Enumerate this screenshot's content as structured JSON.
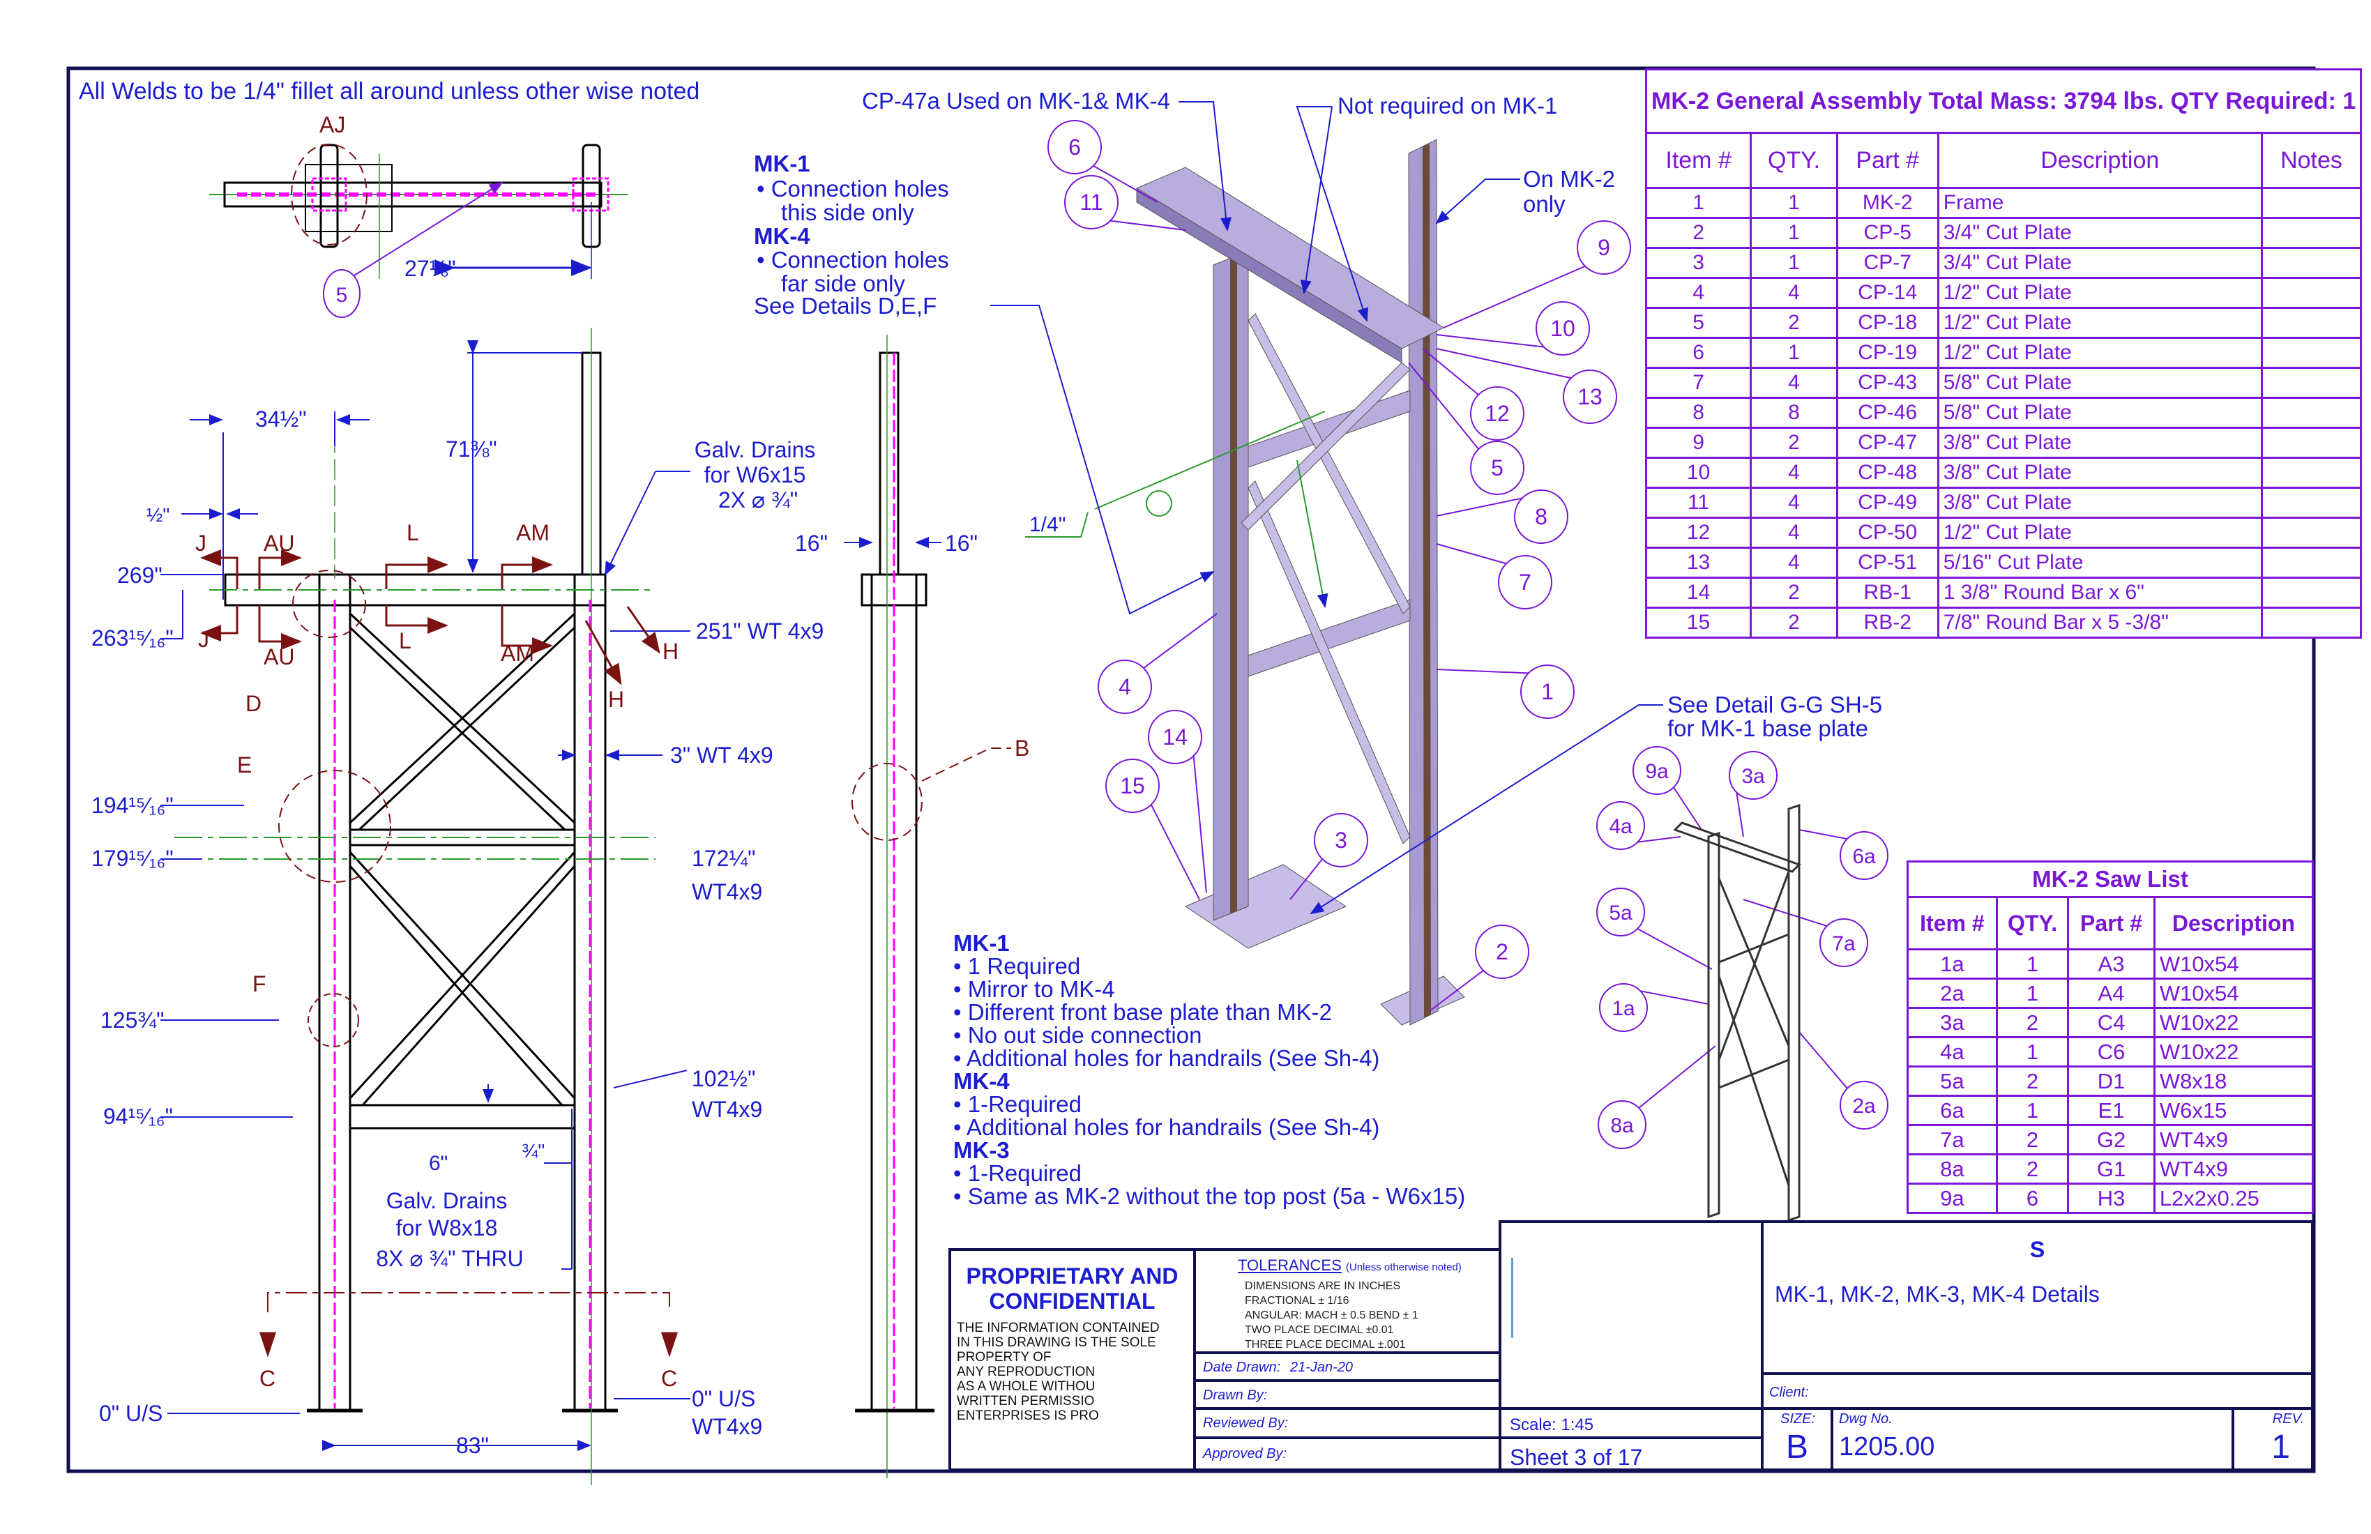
{
  "general_note": "All Welds to be 1/4\" fillet all around unless other wise noted",
  "plan_view": {
    "section_label": "AJ",
    "dim": "27⅛\"",
    "balloon": "5"
  },
  "elevation": {
    "dims": {
      "d34": "34½\"",
      "d71": "71⅜\"",
      "dhalf": "½\"",
      "d269": "269\"",
      "d263": "263¹⁵⁄₁₆\"",
      "d194": "194¹⁵⁄₁₆\"",
      "d179": "179¹⁵⁄₁₆\"",
      "d125": "125¾\"",
      "d94": "94¹⁵⁄₁₆\"",
      "d0": "0\" U/S",
      "d83": "83\"",
      "d6": "6\"",
      "d34b": "¾\""
    },
    "callouts": {
      "galv1_l1": "Galv. Drains",
      "galv1_l2": "for W6x15",
      "galv1_l3": "2X ⌀ ¾\"",
      "wt251": "251\" WT 4x9",
      "wt3": "3\" WT 4x9",
      "wt172_l1": "172¼\"",
      "wt172_l2": "WT4x9",
      "wt102_l1": "102½\"",
      "wt102_l2": "WT4x9",
      "galv2_l1": "Galv. Drains",
      "galv2_l2": "for W8x18",
      "galv2_l3": "8X ⌀ ¾\" THRU",
      "wt0_l1": "0\" U/S",
      "wt0_l2": "WT4x9"
    },
    "sections": {
      "J": "J",
      "AU": "AU",
      "L": "L",
      "AM": "AM",
      "H": "H",
      "D": "D",
      "E": "E",
      "F": "F",
      "C": "C"
    }
  },
  "side_view": {
    "dim_left": "16\"",
    "dim_right": "16\"",
    "detail": "B"
  },
  "iso_notes": {
    "cp47a": "CP-47a Used on MK-1& MK-4",
    "not_required": "Not required on MK-1",
    "on_mk2_l1": "On MK-2",
    "on_mk2_l2": "only",
    "mk1_head": "MK-1",
    "mk1_b1a": "• Connection holes",
    "mk1_b1b": "this side only",
    "mk4_head": "MK-4",
    "mk4_b1a": "• Connection holes",
    "mk4_b1b": "far side only",
    "see_details": "See Details D,E,F",
    "weld": "1/4\"",
    "see_detail_gg_l1": "See Detail G-G SH-5",
    "see_detail_gg_l2": "for MK-1 base plate"
  },
  "iso_balloons": [
    "6",
    "11",
    "9",
    "10",
    "13",
    "12",
    "5",
    "8",
    "7",
    "1",
    "4",
    "14",
    "15",
    "3",
    "2"
  ],
  "small_iso_balloons": [
    "9a",
    "3a",
    "4a",
    "6a",
    "5a",
    "7a",
    "1a",
    "2a",
    "8a"
  ],
  "mark_notes": {
    "mk1_head": "MK-1",
    "mk1": [
      "1 Required",
      "Mirror to MK-4",
      "Different front base plate than MK-2",
      "No out side connection",
      "Additional holes for handrails (See Sh-4)"
    ],
    "mk4_head": "MK-4",
    "mk4": [
      "1-Required",
      "Additional holes for handrails (See Sh-4)"
    ],
    "mk3_head": "MK-3",
    "mk3": [
      "1-Required",
      "Same as MK-2 without the top post (5a - W6x15)"
    ]
  },
  "bom": {
    "title": "MK-2  General Assembly    Total Mass: 3794 lbs.    QTY Required: 1",
    "headers": [
      "Item #",
      "QTY.",
      "Part #",
      "Description",
      "Notes"
    ],
    "rows": [
      [
        "1",
        "1",
        "MK-2",
        "Frame",
        ""
      ],
      [
        "2",
        "1",
        "CP-5",
        "3/4\" Cut Plate",
        ""
      ],
      [
        "3",
        "1",
        "CP-7",
        "3/4\" Cut Plate",
        ""
      ],
      [
        "4",
        "4",
        "CP-14",
        "1/2\" Cut Plate",
        ""
      ],
      [
        "5",
        "2",
        "CP-18",
        "1/2\" Cut Plate",
        ""
      ],
      [
        "6",
        "1",
        "CP-19",
        "1/2\" Cut Plate",
        ""
      ],
      [
        "7",
        "4",
        "CP-43",
        "5/8\" Cut Plate",
        ""
      ],
      [
        "8",
        "8",
        "CP-46",
        "5/8\" Cut Plate",
        ""
      ],
      [
        "9",
        "2",
        "CP-47",
        "3/8\" Cut Plate",
        ""
      ],
      [
        "10",
        "4",
        "CP-48",
        "3/8\" Cut Plate",
        ""
      ],
      [
        "11",
        "4",
        "CP-49",
        "3/8\" Cut Plate",
        ""
      ],
      [
        "12",
        "4",
        "CP-50",
        "1/2\" Cut Plate",
        ""
      ],
      [
        "13",
        "4",
        "CP-51",
        "5/16\" Cut Plate",
        ""
      ],
      [
        "14",
        "2",
        "RB-1",
        "1 3/8\" Round Bar x 6\"",
        ""
      ],
      [
        "15",
        "2",
        "RB-2",
        "7/8\" Round Bar x 5 -3/8\"",
        ""
      ]
    ]
  },
  "saw_list": {
    "title": "MK-2 Saw List",
    "headers": [
      "Item #",
      "QTY.",
      "Part #",
      "Description"
    ],
    "rows": [
      [
        "1a",
        "1",
        "A3",
        "W10x54"
      ],
      [
        "2a",
        "1",
        "A4",
        "W10x54"
      ],
      [
        "3a",
        "2",
        "C4",
        "W10x22"
      ],
      [
        "4a",
        "1",
        "C6",
        "W10x22"
      ],
      [
        "5a",
        "2",
        "D1",
        "W8x18"
      ],
      [
        "6a",
        "1",
        "E1",
        "W6x15"
      ],
      [
        "7a",
        "2",
        "G2",
        "WT4x9"
      ],
      [
        "8a",
        "2",
        "G1",
        "WT4x9"
      ],
      [
        "9a",
        "6",
        "H3",
        "L2x2x0.25"
      ]
    ]
  },
  "title_block": {
    "proprietary_title": "PROPRIETARY AND CONFIDENTIAL",
    "proprietary_text": [
      "THE INFORMATION CONTAINED",
      "IN THIS DRAWING IS THE SOLE",
      "PROPERTY OF",
      "ANY REPRODUCTION",
      "AS A WHOLE WITHOU",
      "WRITTEN PERMISSIO",
      "ENTERPRISES IS PRO"
    ],
    "tolerances_title": "TOLERANCES",
    "tolerances_note": "(Unless otherwise noted)",
    "tolerances": [
      "DIMENSIONS ARE IN INCHES",
      "FRACTIONAL ± 1/16",
      "ANGULAR: MACH ± 0.5  BEND ± 1",
      "TWO PLACE DECIMAL   ±0.01",
      "THREE PLACE DECIMAL  ±.001"
    ],
    "date_drawn_label": "Date Drawn:",
    "date_drawn": "21-Jan-20",
    "drawn_by_label": "Drawn By:",
    "reviewed_by_label": "Reviewed By:",
    "approved_by_label": "Approved By:",
    "scale": "Scale: 1:45",
    "sheet": "Sheet 3 of 17",
    "company_initial": "S",
    "drawing_title": "MK-1, MK-2, MK-3, MK-4 Details",
    "client_label": "Client:",
    "size_label": "SIZE:",
    "size": "B",
    "dwg_no_label": "Dwg No.",
    "dwg_no": "1205.00",
    "rev_label": "REV.",
    "rev": "1"
  },
  "colors": {
    "text": "#1c1ccf",
    "table": "#7a16d8",
    "section": "#7a1212",
    "border": "#101050",
    "hidden": "#ff00ff",
    "centerline": "#2a9a2a",
    "steel": "#a89bd2"
  }
}
